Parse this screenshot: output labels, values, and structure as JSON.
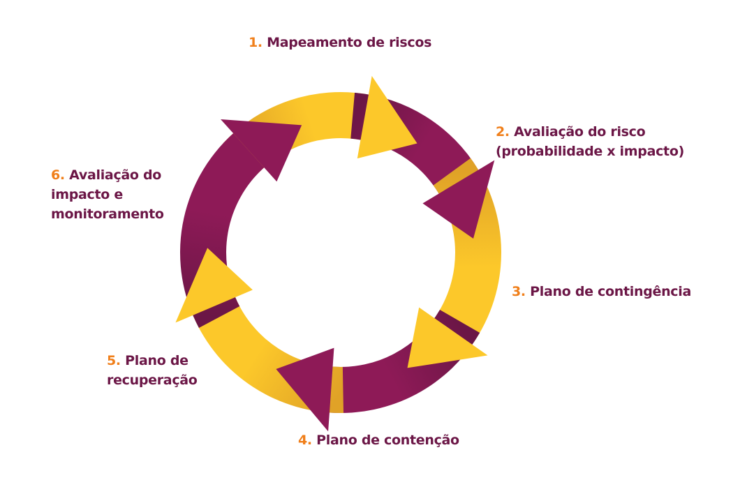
{
  "colors": {
    "purple": "#8e1a57",
    "purple_dark": "#6b1646",
    "yellow": "#fcc82a",
    "yellow_dark": "#e0a227",
    "number": "#f07f1a"
  },
  "steps": [
    {
      "number": "1.",
      "lines": [
        "Mapeamento de riscos"
      ],
      "color": "yellow"
    },
    {
      "number": "2.",
      "lines": [
        "Avaliação do risco",
        "(probabilidade x impacto)"
      ],
      "color": "purple"
    },
    {
      "number": "3.",
      "lines": [
        "Plano de contingência"
      ],
      "color": "yellow"
    },
    {
      "number": "4.",
      "lines": [
        "Plano de contenção"
      ],
      "color": "purple"
    },
    {
      "number": "5.",
      "lines": [
        "Plano de",
        "recuperação"
      ],
      "color": "yellow"
    },
    {
      "number": "6.",
      "lines": [
        "Avaliação do",
        "impacto e",
        "monitoramento"
      ],
      "color": "purple"
    }
  ]
}
